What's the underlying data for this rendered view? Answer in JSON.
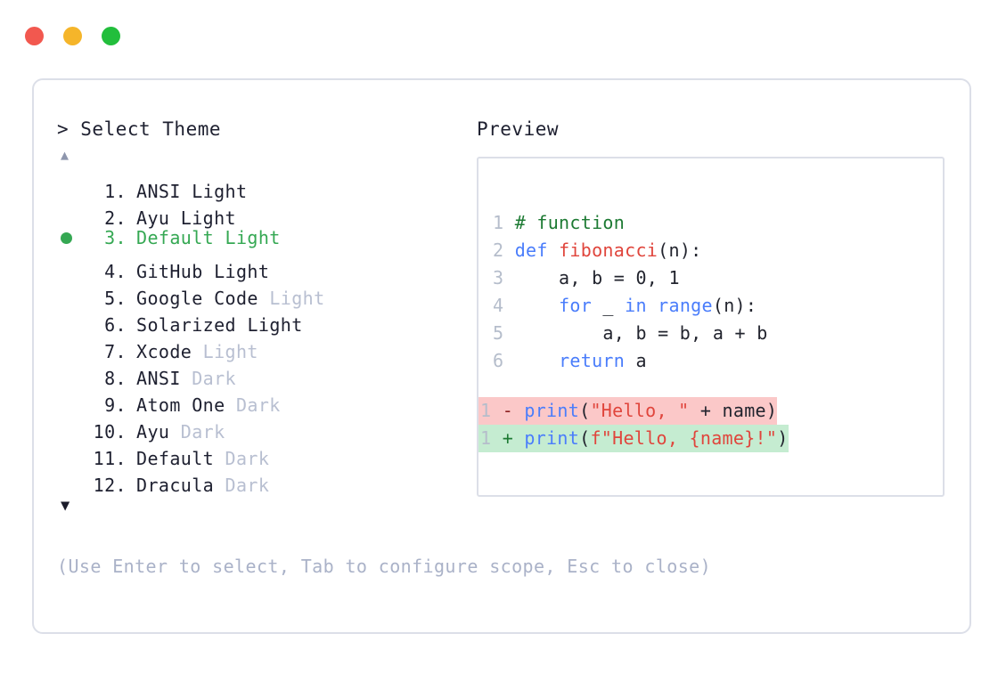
{
  "window": {
    "dots": [
      {
        "name": "close",
        "color": "#f2584f"
      },
      {
        "name": "minimize",
        "color": "#f5b52a"
      },
      {
        "name": "maximize",
        "color": "#22be3c"
      }
    ]
  },
  "picker": {
    "prompt": "> Select Theme",
    "scroll_up_glyph": "▲",
    "scroll_down_glyph": "▼",
    "selected_index": 3,
    "accent_color": "#35a853",
    "muted_color": "#b8bfd1",
    "items": [
      {
        "index": "1.",
        "name": "ANSI",
        "variant": "Light",
        "variant_muted": false,
        "selected": false
      },
      {
        "index": "2.",
        "name": "Ayu",
        "variant": "Light",
        "variant_muted": false,
        "selected": false
      },
      {
        "index": "3.",
        "name": "Default",
        "variant": "Light",
        "variant_muted": false,
        "selected": true
      },
      {
        "index": "4.",
        "name": "GitHub",
        "variant": "Light",
        "variant_muted": false,
        "selected": false
      },
      {
        "index": "5.",
        "name": "Google Code",
        "variant": "Light",
        "variant_muted": true,
        "selected": false
      },
      {
        "index": "6.",
        "name": "Solarized",
        "variant": "Light",
        "variant_muted": false,
        "selected": false
      },
      {
        "index": "7.",
        "name": "Xcode",
        "variant": "Light",
        "variant_muted": true,
        "selected": false
      },
      {
        "index": "8.",
        "name": "ANSI",
        "variant": "Dark",
        "variant_muted": true,
        "selected": false
      },
      {
        "index": "9.",
        "name": "Atom One",
        "variant": "Dark",
        "variant_muted": true,
        "selected": false
      },
      {
        "index": "10.",
        "name": "Ayu",
        "variant": "Dark",
        "variant_muted": true,
        "selected": false
      },
      {
        "index": "11.",
        "name": "Default",
        "variant": "Dark",
        "variant_muted": true,
        "selected": false
      },
      {
        "index": "12.",
        "name": "Dracula",
        "variant": "Dark",
        "variant_muted": true,
        "selected": false
      }
    ]
  },
  "preview": {
    "label": "Preview",
    "code_lines": [
      {
        "ln": "1",
        "tokens": [
          {
            "t": "# function",
            "c": "comment"
          }
        ]
      },
      {
        "ln": "2",
        "tokens": [
          {
            "t": "def ",
            "c": "keyword"
          },
          {
            "t": "fibonacci",
            "c": "func"
          },
          {
            "t": "(n):",
            "c": "plain"
          }
        ]
      },
      {
        "ln": "3",
        "tokens": [
          {
            "t": "    a, b = 0, 1",
            "c": "plain"
          }
        ]
      },
      {
        "ln": "4",
        "tokens": [
          {
            "t": "    ",
            "c": "plain"
          },
          {
            "t": "for",
            "c": "keyword"
          },
          {
            "t": " _ ",
            "c": "plain"
          },
          {
            "t": "in",
            "c": "keyword"
          },
          {
            "t": " ",
            "c": "plain"
          },
          {
            "t": "range",
            "c": "keyword"
          },
          {
            "t": "(n):",
            "c": "plain"
          }
        ]
      },
      {
        "ln": "5",
        "tokens": [
          {
            "t": "        a, b = b, a + b",
            "c": "plain"
          }
        ]
      },
      {
        "ln": "6",
        "tokens": [
          {
            "t": "    ",
            "c": "plain"
          },
          {
            "t": "return",
            "c": "keyword"
          },
          {
            "t": " a",
            "c": "plain"
          }
        ]
      }
    ],
    "diff_lines": [
      {
        "ln": "1",
        "kind": "del",
        "marker": "-",
        "tokens": [
          {
            "t": "print",
            "c": "keyword"
          },
          {
            "t": "(",
            "c": "plain"
          },
          {
            "t": "\"Hello, \"",
            "c": "string"
          },
          {
            "t": " + name)",
            "c": "plain"
          }
        ]
      },
      {
        "ln": "1",
        "kind": "add",
        "marker": "+",
        "tokens": [
          {
            "t": "print",
            "c": "keyword"
          },
          {
            "t": "(",
            "c": "plain"
          },
          {
            "t": "f\"Hello, {name}!\"",
            "c": "string"
          },
          {
            "t": ")",
            "c": "plain"
          }
        ]
      }
    ]
  },
  "footer": {
    "hint": "(Use Enter to select, Tab to configure scope, Esc to close)"
  }
}
